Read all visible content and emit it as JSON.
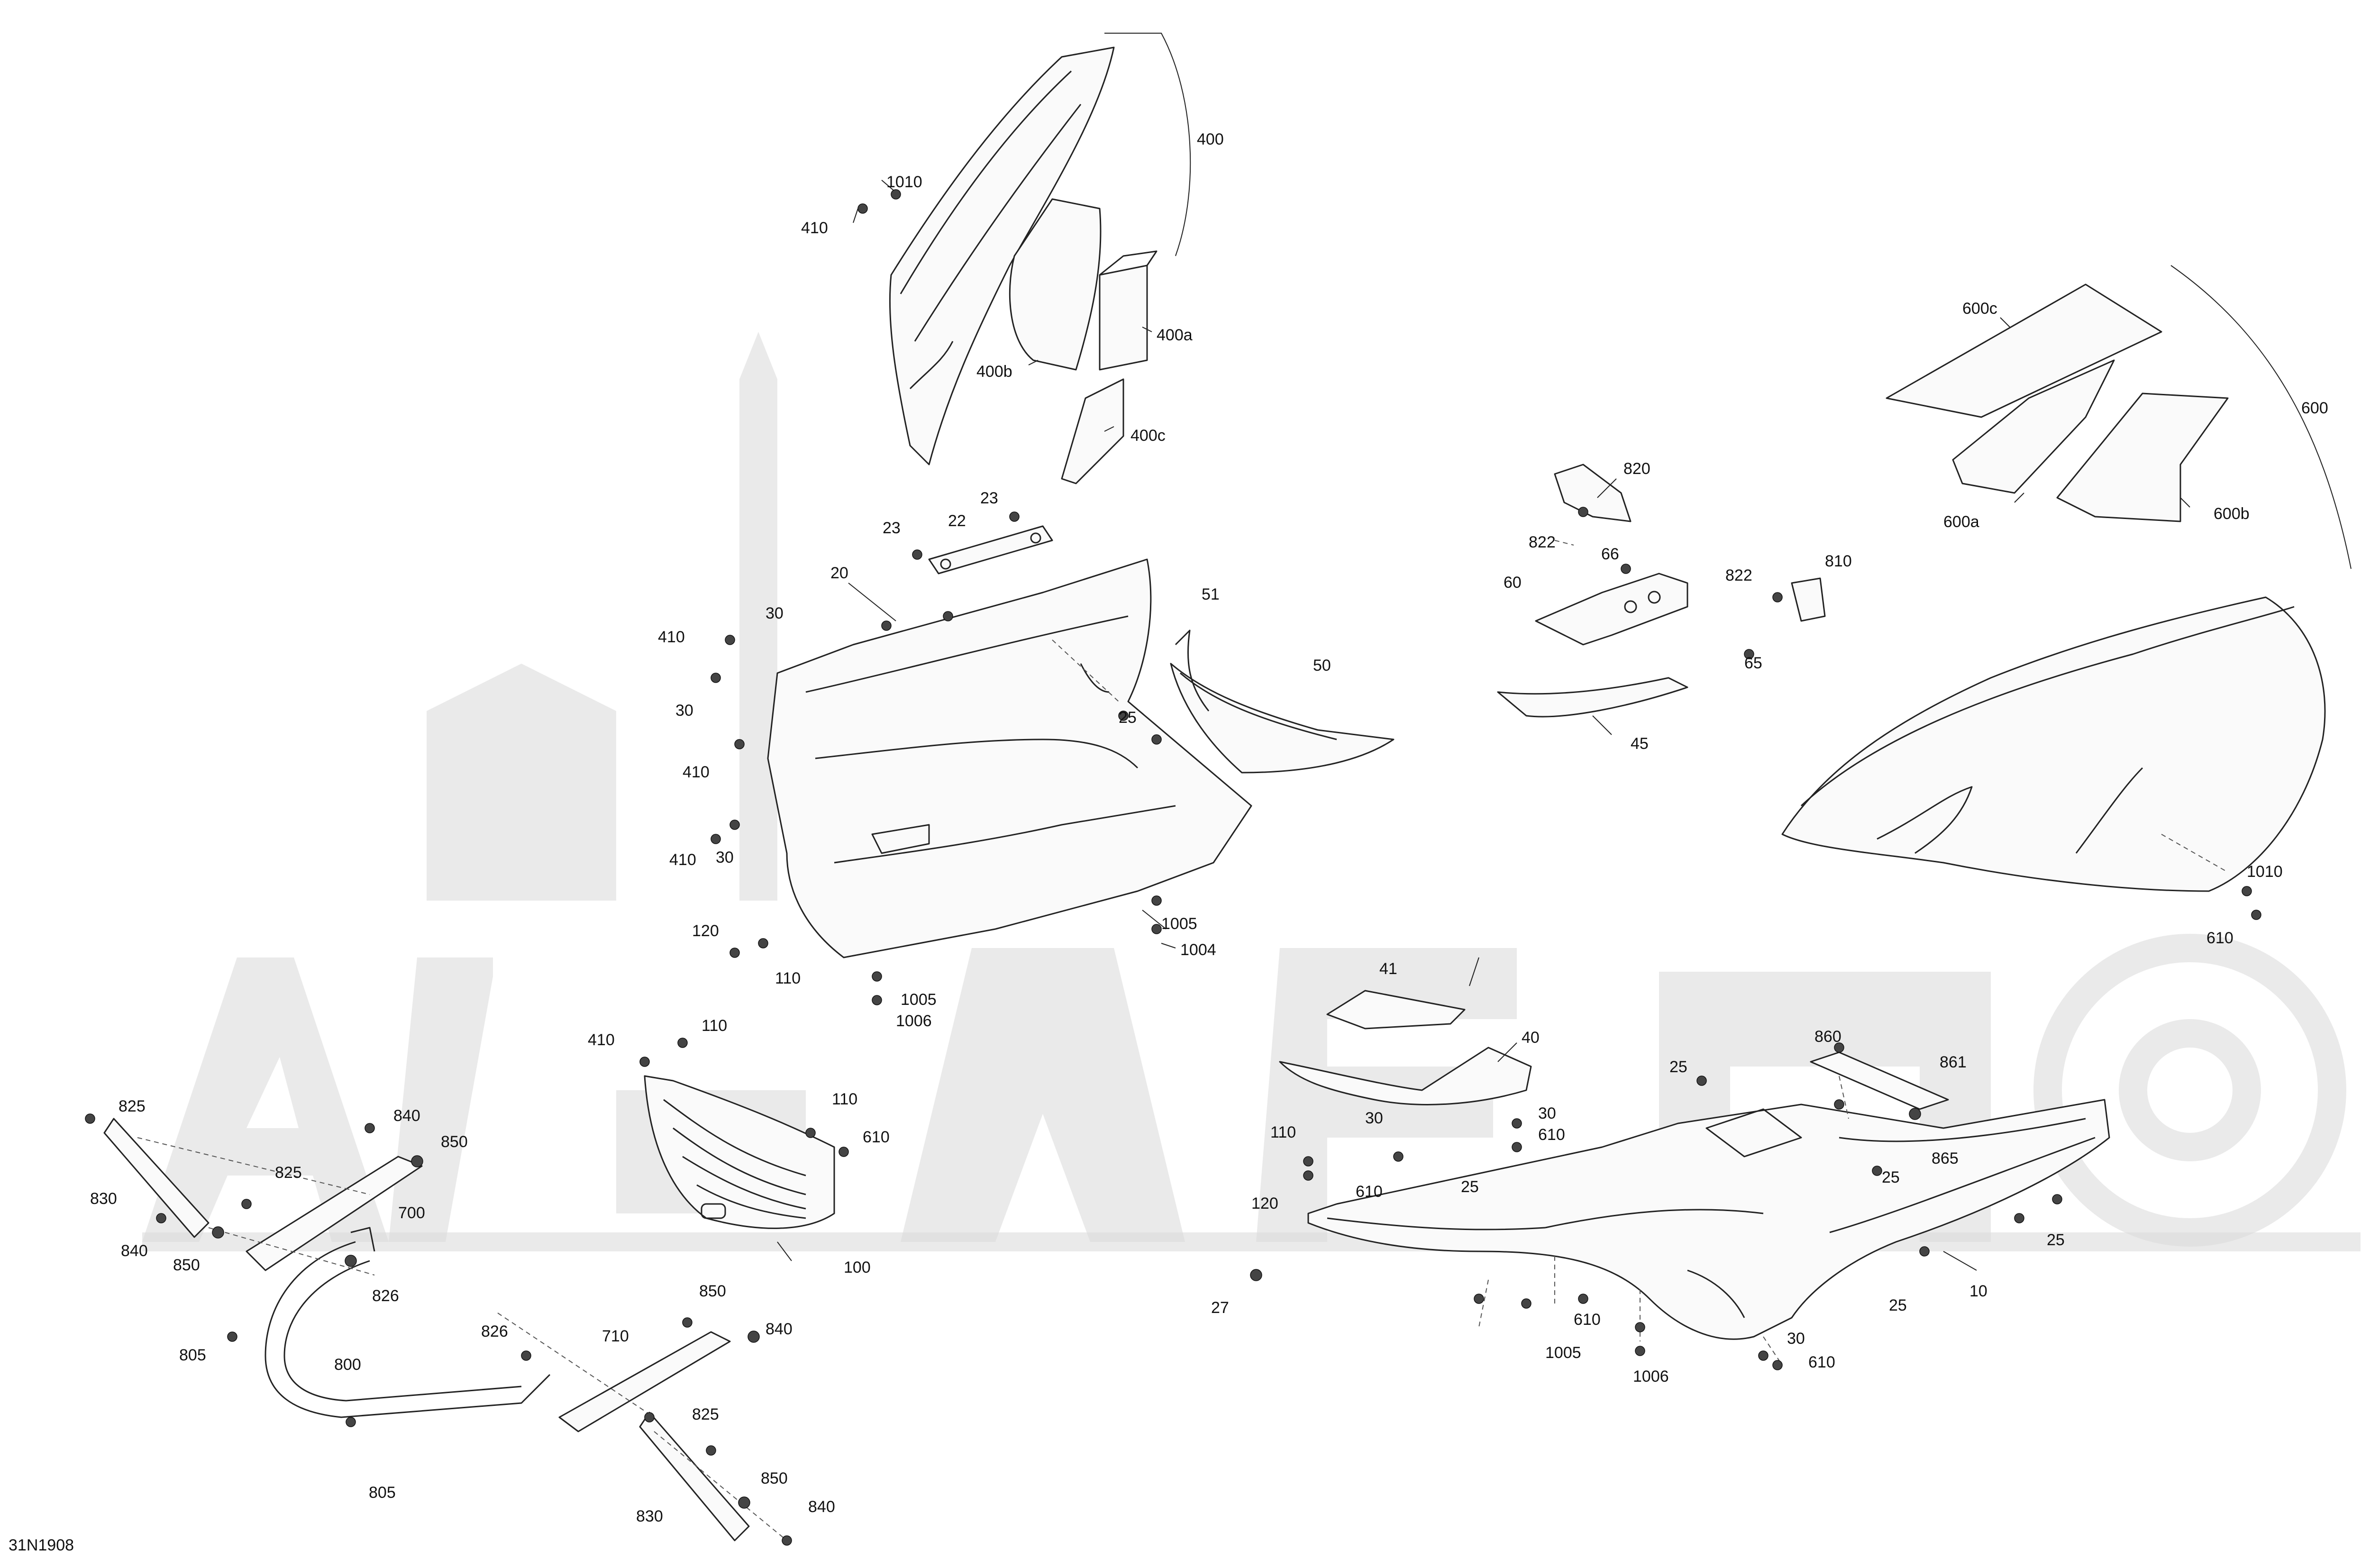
{
  "diagram": {
    "code": "31N1908",
    "callouts": [
      {
        "id": "c400",
        "text": "400"
      },
      {
        "id": "c1010a",
        "text": "1010"
      },
      {
        "id": "c410a",
        "text": "410"
      },
      {
        "id": "c400a",
        "text": "400a"
      },
      {
        "id": "c400b",
        "text": "400b"
      },
      {
        "id": "c400c",
        "text": "400c"
      },
      {
        "id": "c600c",
        "text": "600c"
      },
      {
        "id": "c600",
        "text": "600"
      },
      {
        "id": "c600a",
        "text": "600a"
      },
      {
        "id": "c600b",
        "text": "600b"
      },
      {
        "id": "c23a",
        "text": "23"
      },
      {
        "id": "c23b",
        "text": "23"
      },
      {
        "id": "c22",
        "text": "22"
      },
      {
        "id": "c20",
        "text": "20"
      },
      {
        "id": "c30a",
        "text": "30"
      },
      {
        "id": "c410b",
        "text": "410"
      },
      {
        "id": "c30b",
        "text": "30"
      },
      {
        "id": "c410c",
        "text": "410"
      },
      {
        "id": "c30c",
        "text": "30"
      },
      {
        "id": "c410d",
        "text": "410"
      },
      {
        "id": "c51",
        "text": "51"
      },
      {
        "id": "c50",
        "text": "50"
      },
      {
        "id": "c25a",
        "text": "25"
      },
      {
        "id": "c1005a",
        "text": "1005"
      },
      {
        "id": "c1004",
        "text": "1004"
      },
      {
        "id": "c120a",
        "text": "120"
      },
      {
        "id": "c110a",
        "text": "110"
      },
      {
        "id": "c1005b",
        "text": "1005"
      },
      {
        "id": "c1006a",
        "text": "1006"
      },
      {
        "id": "c820",
        "text": "820"
      },
      {
        "id": "c822a",
        "text": "822"
      },
      {
        "id": "c66",
        "text": "66"
      },
      {
        "id": "c60",
        "text": "60"
      },
      {
        "id": "c822b",
        "text": "822"
      },
      {
        "id": "c810",
        "text": "810"
      },
      {
        "id": "c65",
        "text": "65"
      },
      {
        "id": "c45",
        "text": "45"
      },
      {
        "id": "c1010b",
        "text": "1010"
      },
      {
        "id": "c610a",
        "text": "610"
      },
      {
        "id": "c410e",
        "text": "410"
      },
      {
        "id": "c110b",
        "text": "110"
      },
      {
        "id": "c110c",
        "text": "110"
      },
      {
        "id": "c610b",
        "text": "610"
      },
      {
        "id": "c100",
        "text": "100"
      },
      {
        "id": "c825a",
        "text": "825"
      },
      {
        "id": "c840a",
        "text": "840"
      },
      {
        "id": "c850a",
        "text": "850"
      },
      {
        "id": "c830a",
        "text": "830"
      },
      {
        "id": "c825b",
        "text": "825"
      },
      {
        "id": "c700",
        "text": "700"
      },
      {
        "id": "c840b",
        "text": "840"
      },
      {
        "id": "c850b",
        "text": "850"
      },
      {
        "id": "c826a",
        "text": "826"
      },
      {
        "id": "c805a",
        "text": "805"
      },
      {
        "id": "c800",
        "text": "800"
      },
      {
        "id": "c805b",
        "text": "805"
      },
      {
        "id": "c826b",
        "text": "826"
      },
      {
        "id": "c710",
        "text": "710"
      },
      {
        "id": "c850c",
        "text": "850"
      },
      {
        "id": "c840c",
        "text": "840"
      },
      {
        "id": "c825c",
        "text": "825"
      },
      {
        "id": "c830b",
        "text": "830"
      },
      {
        "id": "c850d",
        "text": "850"
      },
      {
        "id": "c840d",
        "text": "840"
      },
      {
        "id": "c41",
        "text": "41"
      },
      {
        "id": "c40",
        "text": "40"
      },
      {
        "id": "c25b",
        "text": "25"
      },
      {
        "id": "c860",
        "text": "860"
      },
      {
        "id": "c861",
        "text": "861"
      },
      {
        "id": "c110d",
        "text": "110"
      },
      {
        "id": "c30d",
        "text": "30"
      },
      {
        "id": "c30e",
        "text": "30"
      },
      {
        "id": "c610c",
        "text": "610"
      },
      {
        "id": "c865",
        "text": "865"
      },
      {
        "id": "c25c",
        "text": "25"
      },
      {
        "id": "c120b",
        "text": "120"
      },
      {
        "id": "c610d",
        "text": "610"
      },
      {
        "id": "c25d",
        "text": "25"
      },
      {
        "id": "c27",
        "text": "27"
      },
      {
        "id": "c10",
        "text": "10"
      },
      {
        "id": "c25e",
        "text": "25"
      },
      {
        "id": "c25f",
        "text": "25"
      },
      {
        "id": "c610e",
        "text": "610"
      },
      {
        "id": "c30f",
        "text": "30"
      },
      {
        "id": "c1005c",
        "text": "1005"
      },
      {
        "id": "c1006b",
        "text": "1006"
      },
      {
        "id": "c610f",
        "text": "610"
      }
    ]
  },
  "colors": {
    "line": "#222222",
    "watermark": "#d9d9d9",
    "background": "#ffffff"
  }
}
